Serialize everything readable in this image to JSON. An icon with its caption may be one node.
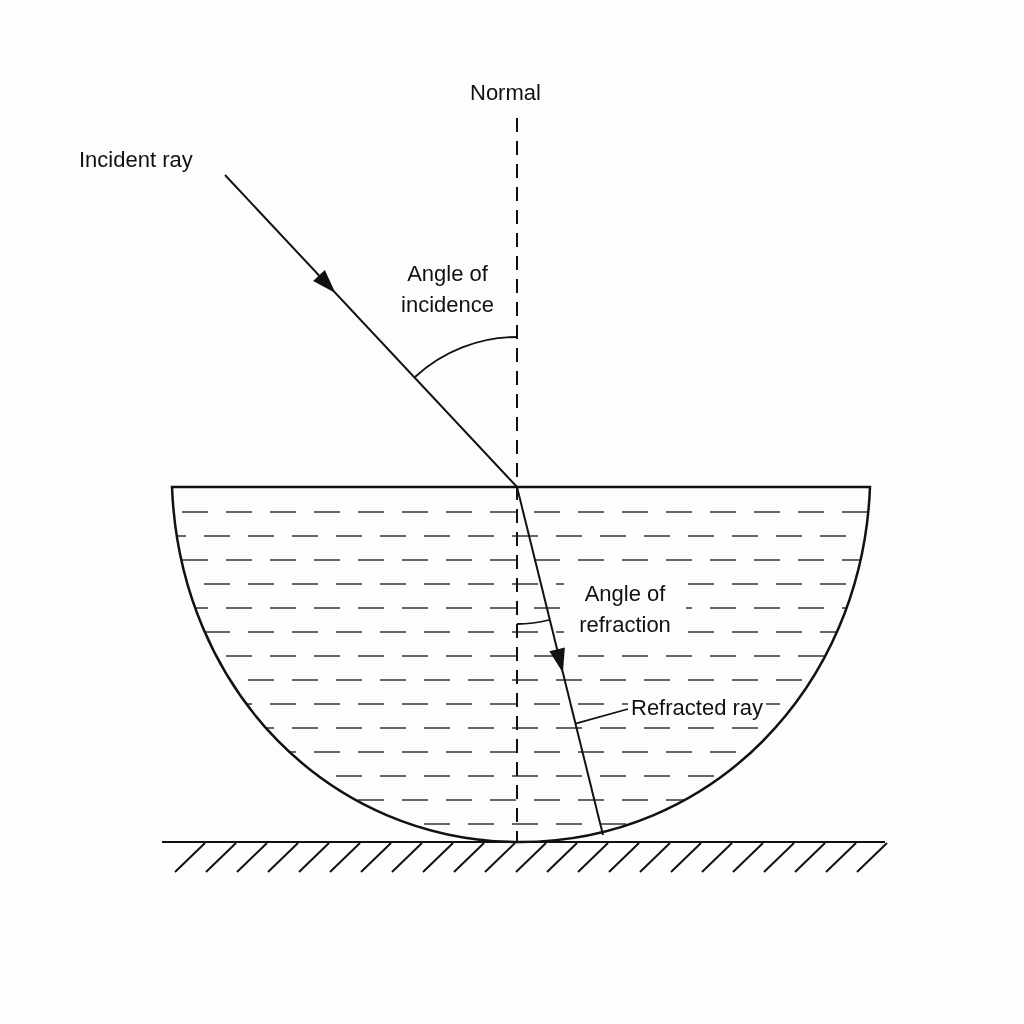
{
  "diagram": {
    "nodes": [
      {
        "text": [
          "Refracted ray"
        ]
      },
      {
        "text": [],
        "shape": "line"
      }
    ],
    "edges": [
      {
        "from": 0,
        "to": 1,
        "arrow": "none"
      }
    ],
    "labels": [
      "Normal",
      "Incident ray",
      "Angle of incidence",
      "Angle of refraction"
    ]
  }
}
